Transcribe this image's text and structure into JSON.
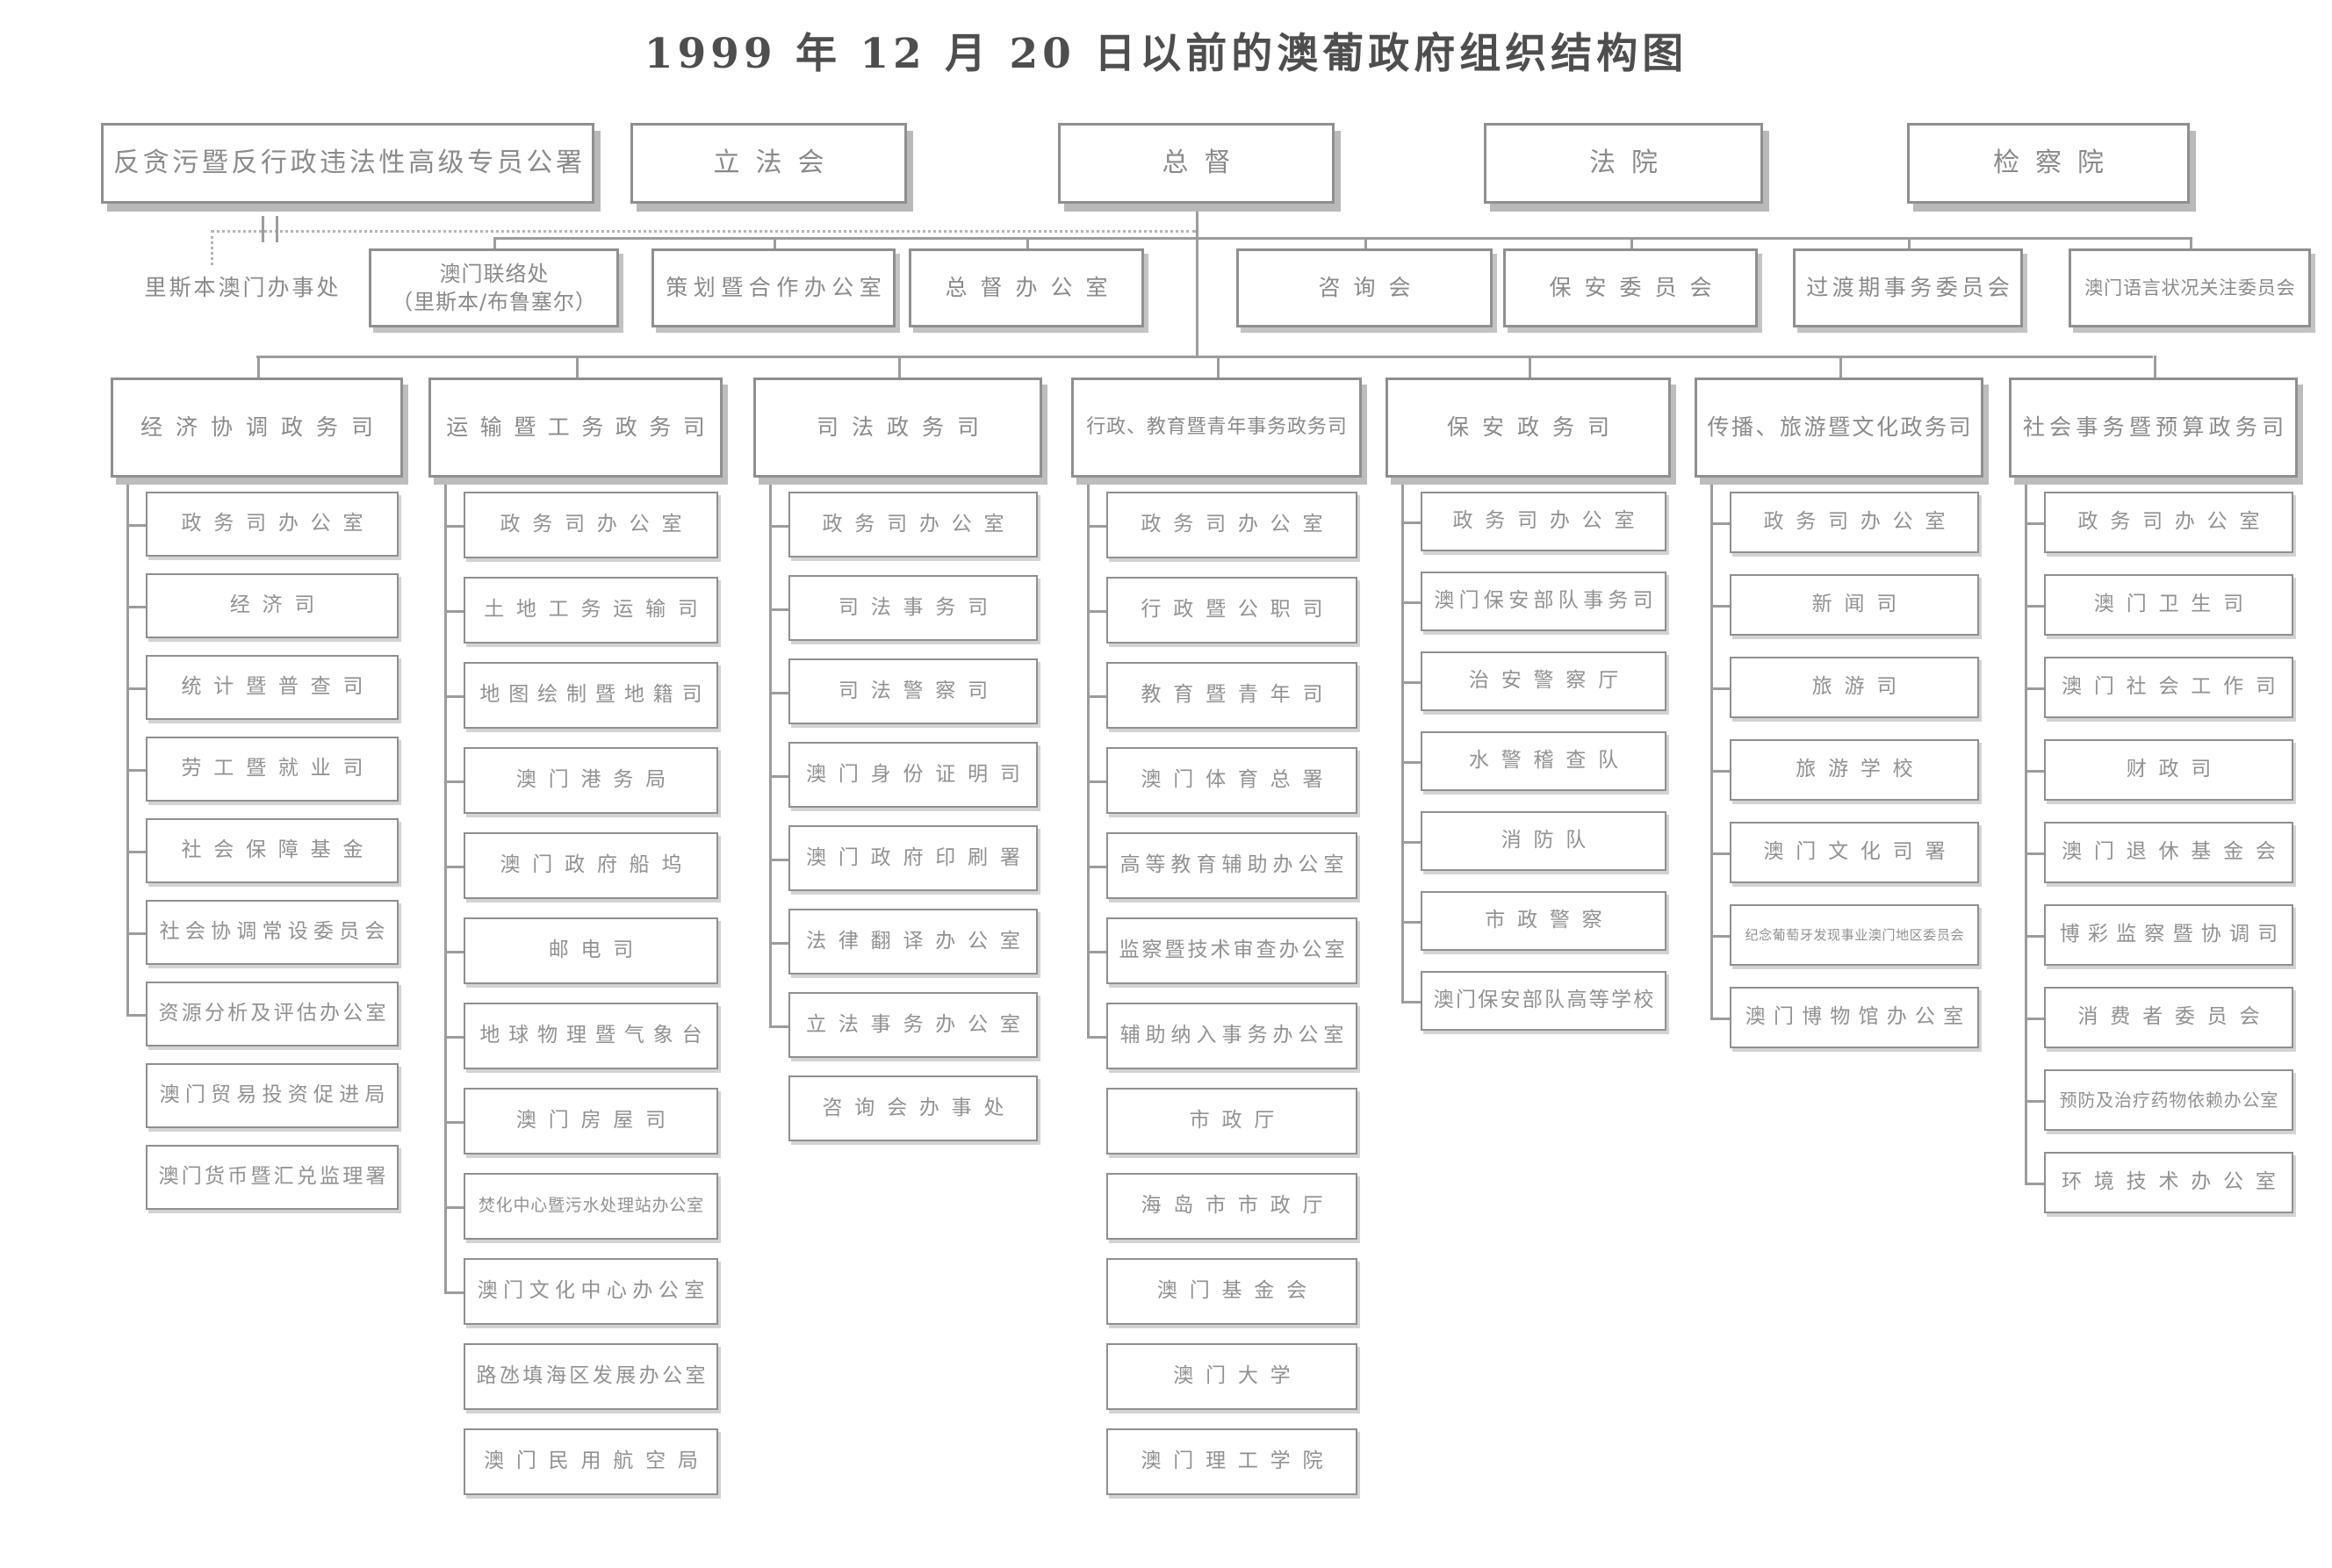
{
  "title": "1999 年 12 月 20 日以前的澳葡政府组织结构图",
  "top_row": [
    "反贪污暨反行政违法性高级专员公署",
    "立法会",
    "总督",
    "法院",
    "检察院"
  ],
  "second_row": [
    {
      "label": "里斯本澳门办事处",
      "boxed": false
    },
    {
      "label": "澳门联络处\n（里斯本/布鲁塞尔）",
      "boxed": true
    },
    {
      "label": "策划暨合作办公室",
      "boxed": true
    },
    {
      "label": "总督办公室",
      "boxed": true
    },
    {
      "label": "咨询会",
      "boxed": true
    },
    {
      "label": "保安委员会",
      "boxed": true
    },
    {
      "label": "过渡期事务委员会",
      "boxed": true
    },
    {
      "label": "澳门语言状况关注委员会",
      "boxed": true
    }
  ],
  "departments": [
    {
      "name": "经济协调政务司",
      "children": [
        "政务司办公室",
        "经济司",
        "统计暨普查司",
        "劳工暨就业司",
        "社会保障基金",
        "社会协调常设委员会",
        "资源分析及评估办公室",
        "澳门贸易投资促进局",
        "澳门货币暨汇兑监理署"
      ]
    },
    {
      "name": "运输暨工务政务司",
      "children": [
        "政务司办公室",
        "土地工务运输司",
        "地图绘制暨地籍司",
        "澳门港务局",
        "澳门政府船坞",
        "邮电司",
        "地球物理暨气象台",
        "澳门房屋司",
        "焚化中心暨污水处理站办公室",
        "澳门文化中心办公室",
        "路氹填海区发展办公室",
        "澳门民用航空局"
      ]
    },
    {
      "name": "司法政务司",
      "children": [
        "政务司办公室",
        "司法事务司",
        "司法警察司",
        "澳门身份证明司",
        "澳门政府印刷署",
        "法律翻译办公室",
        "立法事务办公室",
        "咨询会办事处"
      ]
    },
    {
      "name": "行政、教育暨青年事务政务司",
      "children": [
        "政务司办公室",
        "行政暨公职司",
        "教育暨青年司",
        "澳门体育总署",
        "高等教育辅助办公室",
        "监察暨技术审查办公室",
        "辅助纳入事务办公室",
        "市政厅",
        "海岛市市政厅",
        "澳门基金会",
        "澳门大学",
        "澳门理工学院"
      ]
    },
    {
      "name": "保安政务司",
      "children": [
        "政务司办公室",
        "澳门保安部队事务司",
        "治安警察厅",
        "水警稽查队",
        "消防队",
        "市政警察",
        "澳门保安部队高等学校"
      ]
    },
    {
      "name": "传播、旅游暨文化政务司",
      "children": [
        "政务司办公室",
        "新闻司",
        "旅游司",
        "旅游学校",
        "澳门文化司署",
        "纪念葡萄牙发现事业澳门地区委员会",
        "澳门博物馆办公室"
      ]
    },
    {
      "name": "社会事务暨预算政务司",
      "children": [
        "政务司办公室",
        "澳门卫生司",
        "澳门社会工作司",
        "财政司",
        "澳门退休基金会",
        "博彩监察暨协调司",
        "消费者委员会",
        "预防及治疗药物依赖办公室",
        "环境技术办公室"
      ]
    }
  ]
}
